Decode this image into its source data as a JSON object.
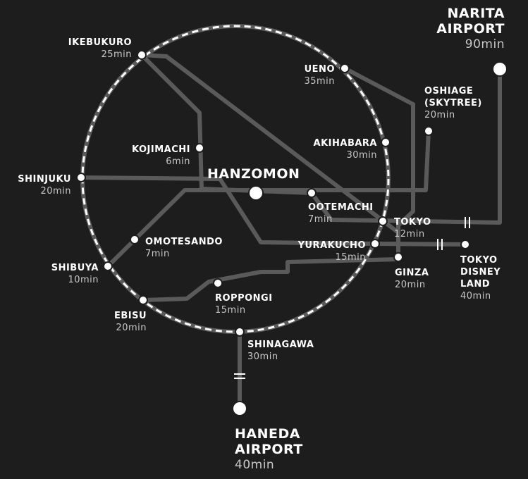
{
  "map": {
    "center": {
      "name": "HANZOMON"
    },
    "stations": {
      "ikebukuro": {
        "name": "IKEBUKURO",
        "time": "25min"
      },
      "ueno": {
        "name": "UENO",
        "time": "35min"
      },
      "oshiage": {
        "name": "OSHIAGE\n(SKYTREE)",
        "time": "20min"
      },
      "kojimachi": {
        "name": "KOJIMACHI",
        "time": "6min"
      },
      "akihabara": {
        "name": "AKIHABARA",
        "time": "30min"
      },
      "shinjuku": {
        "name": "SHINJUKU",
        "time": "20min"
      },
      "ootemachi": {
        "name": "OOTEMACHI",
        "time": "7min"
      },
      "tokyo": {
        "name": "TOKYO",
        "time": "12min"
      },
      "omotesando": {
        "name": "OMOTESANDO",
        "time": "7min"
      },
      "yurakucho": {
        "name": "YURAKUCHO",
        "time": "15min"
      },
      "shibuya": {
        "name": "SHIBUYA",
        "time": "10min"
      },
      "ginza": {
        "name": "GINZA",
        "time": "20min"
      },
      "roppongi": {
        "name": "ROPPONGI",
        "time": "15min"
      },
      "ebisu": {
        "name": "EBISU",
        "time": "20min"
      },
      "shinagawa": {
        "name": "SHINAGAWA",
        "time": "30min"
      },
      "disney": {
        "name": "TOKYO\nDISNEY\nLAND",
        "time": "40min"
      },
      "narita": {
        "name": "NARITA\nAIRPORT",
        "time": "90min"
      },
      "haneda": {
        "name": "HANEDA\nAIRPORT",
        "time": "40min"
      }
    },
    "colors": {
      "background": "#1d1d1d",
      "line": "#5a5a5a",
      "node": "#ffffff",
      "text": "#ffffff",
      "time": "#c8c8c8"
    }
  }
}
